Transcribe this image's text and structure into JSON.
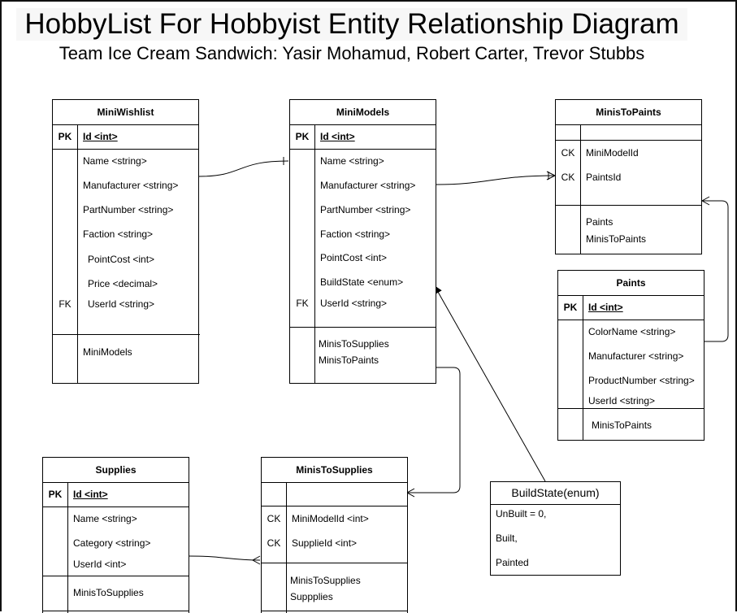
{
  "title": "HobbyList For Hobbyist Entity Relationship Diagram",
  "subtitle": "Team Ice Cream Sandwich: Yasir Mohamud, Robert Carter, Trevor Stubbs",
  "tables": {
    "miniwishlist": {
      "name": "MiniWishlist",
      "pk_key": "PK",
      "pk_field": "Id <int>",
      "fields": [
        "Name <string>",
        "Manufacturer <string>",
        "PartNumber <string>",
        "Faction <string>",
        "PointCost <int>",
        "Price <decimal>",
        "UserId <string>"
      ],
      "fk_key": "FK",
      "nav": [
        "MiniModels"
      ]
    },
    "minimodels": {
      "name": "MiniModels",
      "pk_key": "PK",
      "pk_field": "Id <int>",
      "fields": [
        "Name <string>",
        "Manufacturer <string>",
        "PartNumber <string>",
        "Faction <string>",
        "PointCost <int>",
        "BuildState <enum>",
        "UserId <string>"
      ],
      "fk_key": "FK",
      "nav": [
        "MinisToSupplies",
        "MinisToPaints"
      ]
    },
    "ministopaints": {
      "name": "MinisToPaints",
      "ck1_key": "CK",
      "ck1_field": "MiniModelId",
      "ck2_key": "CK",
      "ck2_field": "PaintsId",
      "nav": [
        "Paints",
        "MinisToPaints"
      ]
    },
    "paints": {
      "name": "Paints",
      "pk_key": "PK",
      "pk_field": "Id <int>",
      "fields": [
        "ColorName <string>",
        "Manufacturer <string>",
        "ProductNumber <string>",
        "UserId <string>"
      ],
      "nav": [
        "MinisToPaints"
      ]
    },
    "supplies": {
      "name": "Supplies",
      "pk_key": "PK",
      "pk_field": "Id <int>",
      "fields": [
        "Name <string>",
        "Category <string>",
        "UserId <int>"
      ],
      "nav": [
        "MinisToSupplies"
      ]
    },
    "ministosupplies": {
      "name": "MinisToSupplies",
      "ck1_key": "CK",
      "ck1_field": "MiniModelId <int>",
      "ck2_key": "CK",
      "ck2_field": "SupplieId <int>",
      "nav": [
        "MinisToSupplies",
        "Suppplies"
      ]
    }
  },
  "enum": {
    "name": "BuildState(enum)",
    "values": [
      "UnBuilt = 0,",
      "Built,",
      "Painted"
    ]
  }
}
